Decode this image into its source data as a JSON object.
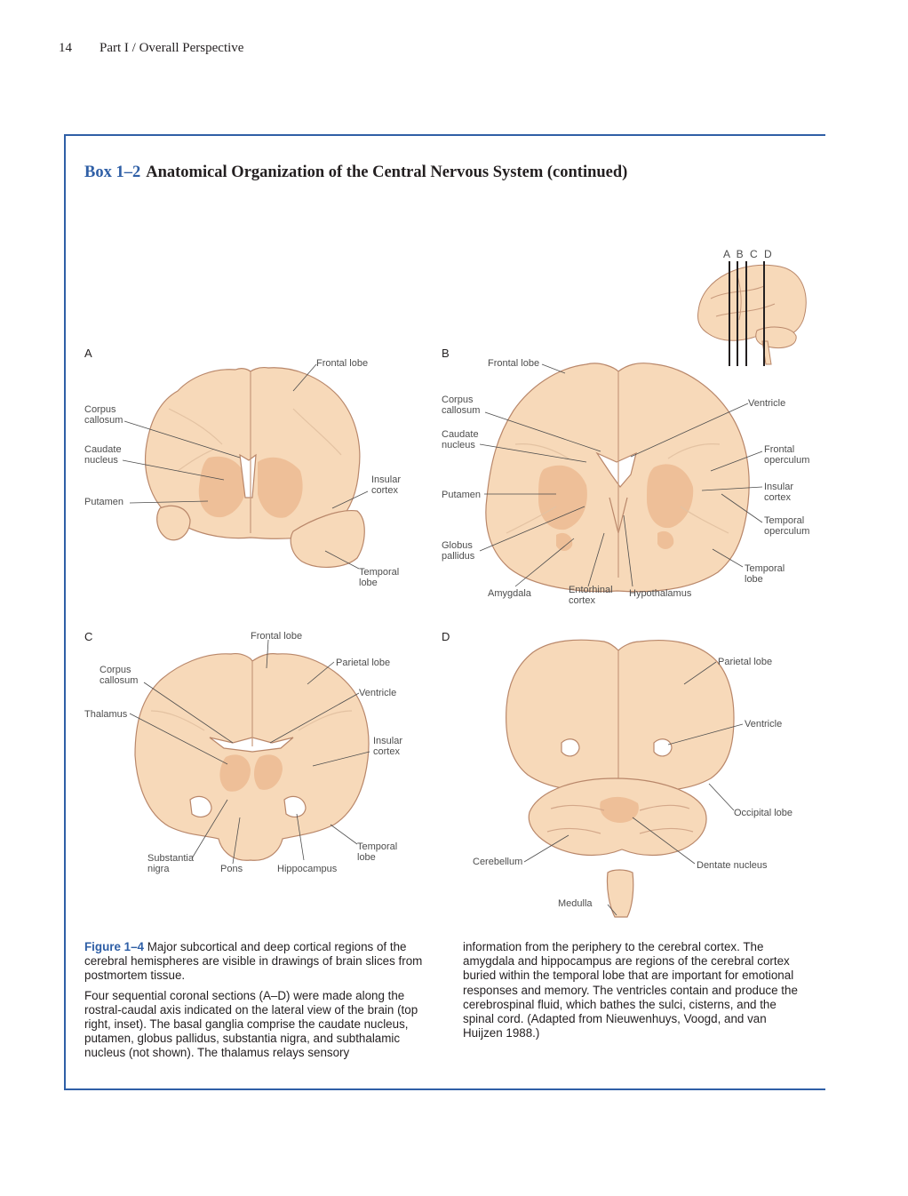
{
  "running_head": {
    "page_number": "14",
    "section": "Part I / Overall Perspective"
  },
  "box": {
    "number": "Box 1–2",
    "title": "Anatomical Organization of the Central Nervous System (continued)"
  },
  "inset": {
    "letters": "A B C   D"
  },
  "panels": {
    "A": {
      "letter": "A",
      "labels": {
        "frontal_lobe": "Frontal lobe",
        "corpus_callosum": "Corpus\ncallosum",
        "caudate_nucleus": "Caudate\nnucleus",
        "putamen": "Putamen",
        "insular_cortex": "Insular\ncortex",
        "temporal_lobe": "Temporal\nlobe"
      }
    },
    "B": {
      "letter": "B",
      "labels": {
        "frontal_lobe": "Frontal lobe",
        "corpus_callosum": "Corpus\ncallosum",
        "caudate_nucleus": "Caudate\nnucleus",
        "putamen": "Putamen",
        "globus_pallidus": "Globus\npallidus",
        "amygdala": "Amygdala",
        "entorhinal_cortex": "Entorhinal\ncortex",
        "hypothalamus": "Hypothalamus",
        "ventricle": "Ventricle",
        "frontal_operculum": "Frontal\noperculum",
        "insular_cortex": "Insular\ncortex",
        "temporal_operculum": "Temporal\noperculum",
        "temporal_lobe": "Temporal\nlobe"
      }
    },
    "C": {
      "letter": "C",
      "labels": {
        "frontal_lobe": "Frontal lobe",
        "corpus_callosum": "Corpus\ncallosum",
        "thalamus": "Thalamus",
        "parietal_lobe": "Parietal lobe",
        "ventricle": "Ventricle",
        "insular_cortex": "Insular\ncortex",
        "temporal_lobe": "Temporal\nlobe",
        "substantia_nigra": "Substantia\nnigra",
        "pons": "Pons",
        "hippocampus": "Hippocampus"
      }
    },
    "D": {
      "letter": "D",
      "labels": {
        "parietal_lobe": "Parietal lobe",
        "ventricle": "Ventricle",
        "occipital_lobe": "Occipital lobe",
        "cerebellum": "Cerebellum",
        "dentate_nucleus": "Dentate nucleus",
        "medulla": "Medulla"
      }
    }
  },
  "caption": {
    "lead": "Figure 1–4",
    "lead_text": " Major subcortical and deep cortical regions of the cerebral hemispheres are visible in drawings of brain slices from postmortem tissue.",
    "para2": "Four sequential coronal sections (A–D) were made along the rostral-caudal axis indicated on the lateral view of the brain (top right, inset). The basal ganglia comprise the caudate nucleus, putamen, globus pallidus, substantia nigra, and subthalamic nucleus (not shown). The thalamus relays sensory",
    "col2": "information from the periphery to the cerebral cortex. The amygdala and hippocampus are regions of the cerebral cortex buried within the temporal lobe that are important for emotional responses and memory. The ventricles contain and produce the cerebrospinal fluid, which bathes the sulci, cisterns, and the spinal cord. (Adapted from Nieuwenhuys, Voogd, and van Huijzen 1988.)"
  },
  "colors": {
    "accent": "#2f5fa6",
    "tissue": "#f7d9b9",
    "tissue_edge": "#b9876a",
    "nuclei": "#eebf98"
  }
}
